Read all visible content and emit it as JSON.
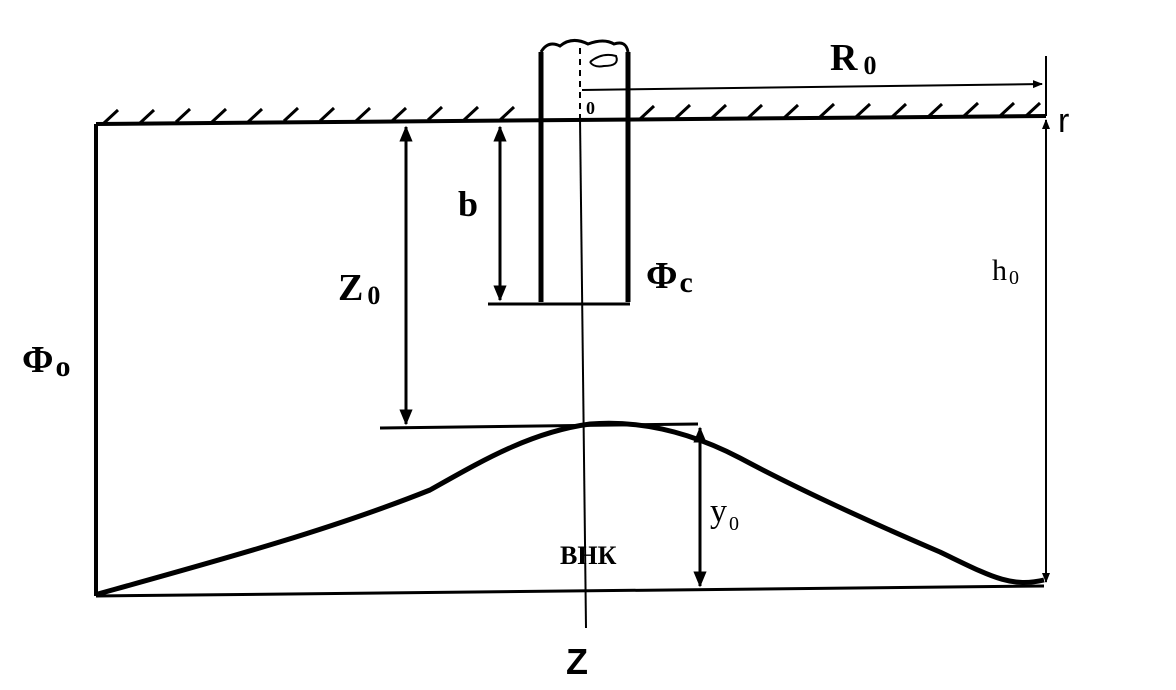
{
  "labels": {
    "R0_main": "R",
    "R0_sub": "0",
    "origin": "0",
    "r_axis": "r",
    "b": "b",
    "Z0_main": "Z",
    "Z0_sub": "0",
    "Phi_c_main": "Φ",
    "Phi_c_sub": "c",
    "h0_main": "h",
    "h0_sub": "0",
    "Phi_o_main": "Φ",
    "Phi_o_sub": "o",
    "y0_main": "y",
    "y0_sub": "0",
    "vnk": "ВНК",
    "Z_axis": "Z"
  }
}
